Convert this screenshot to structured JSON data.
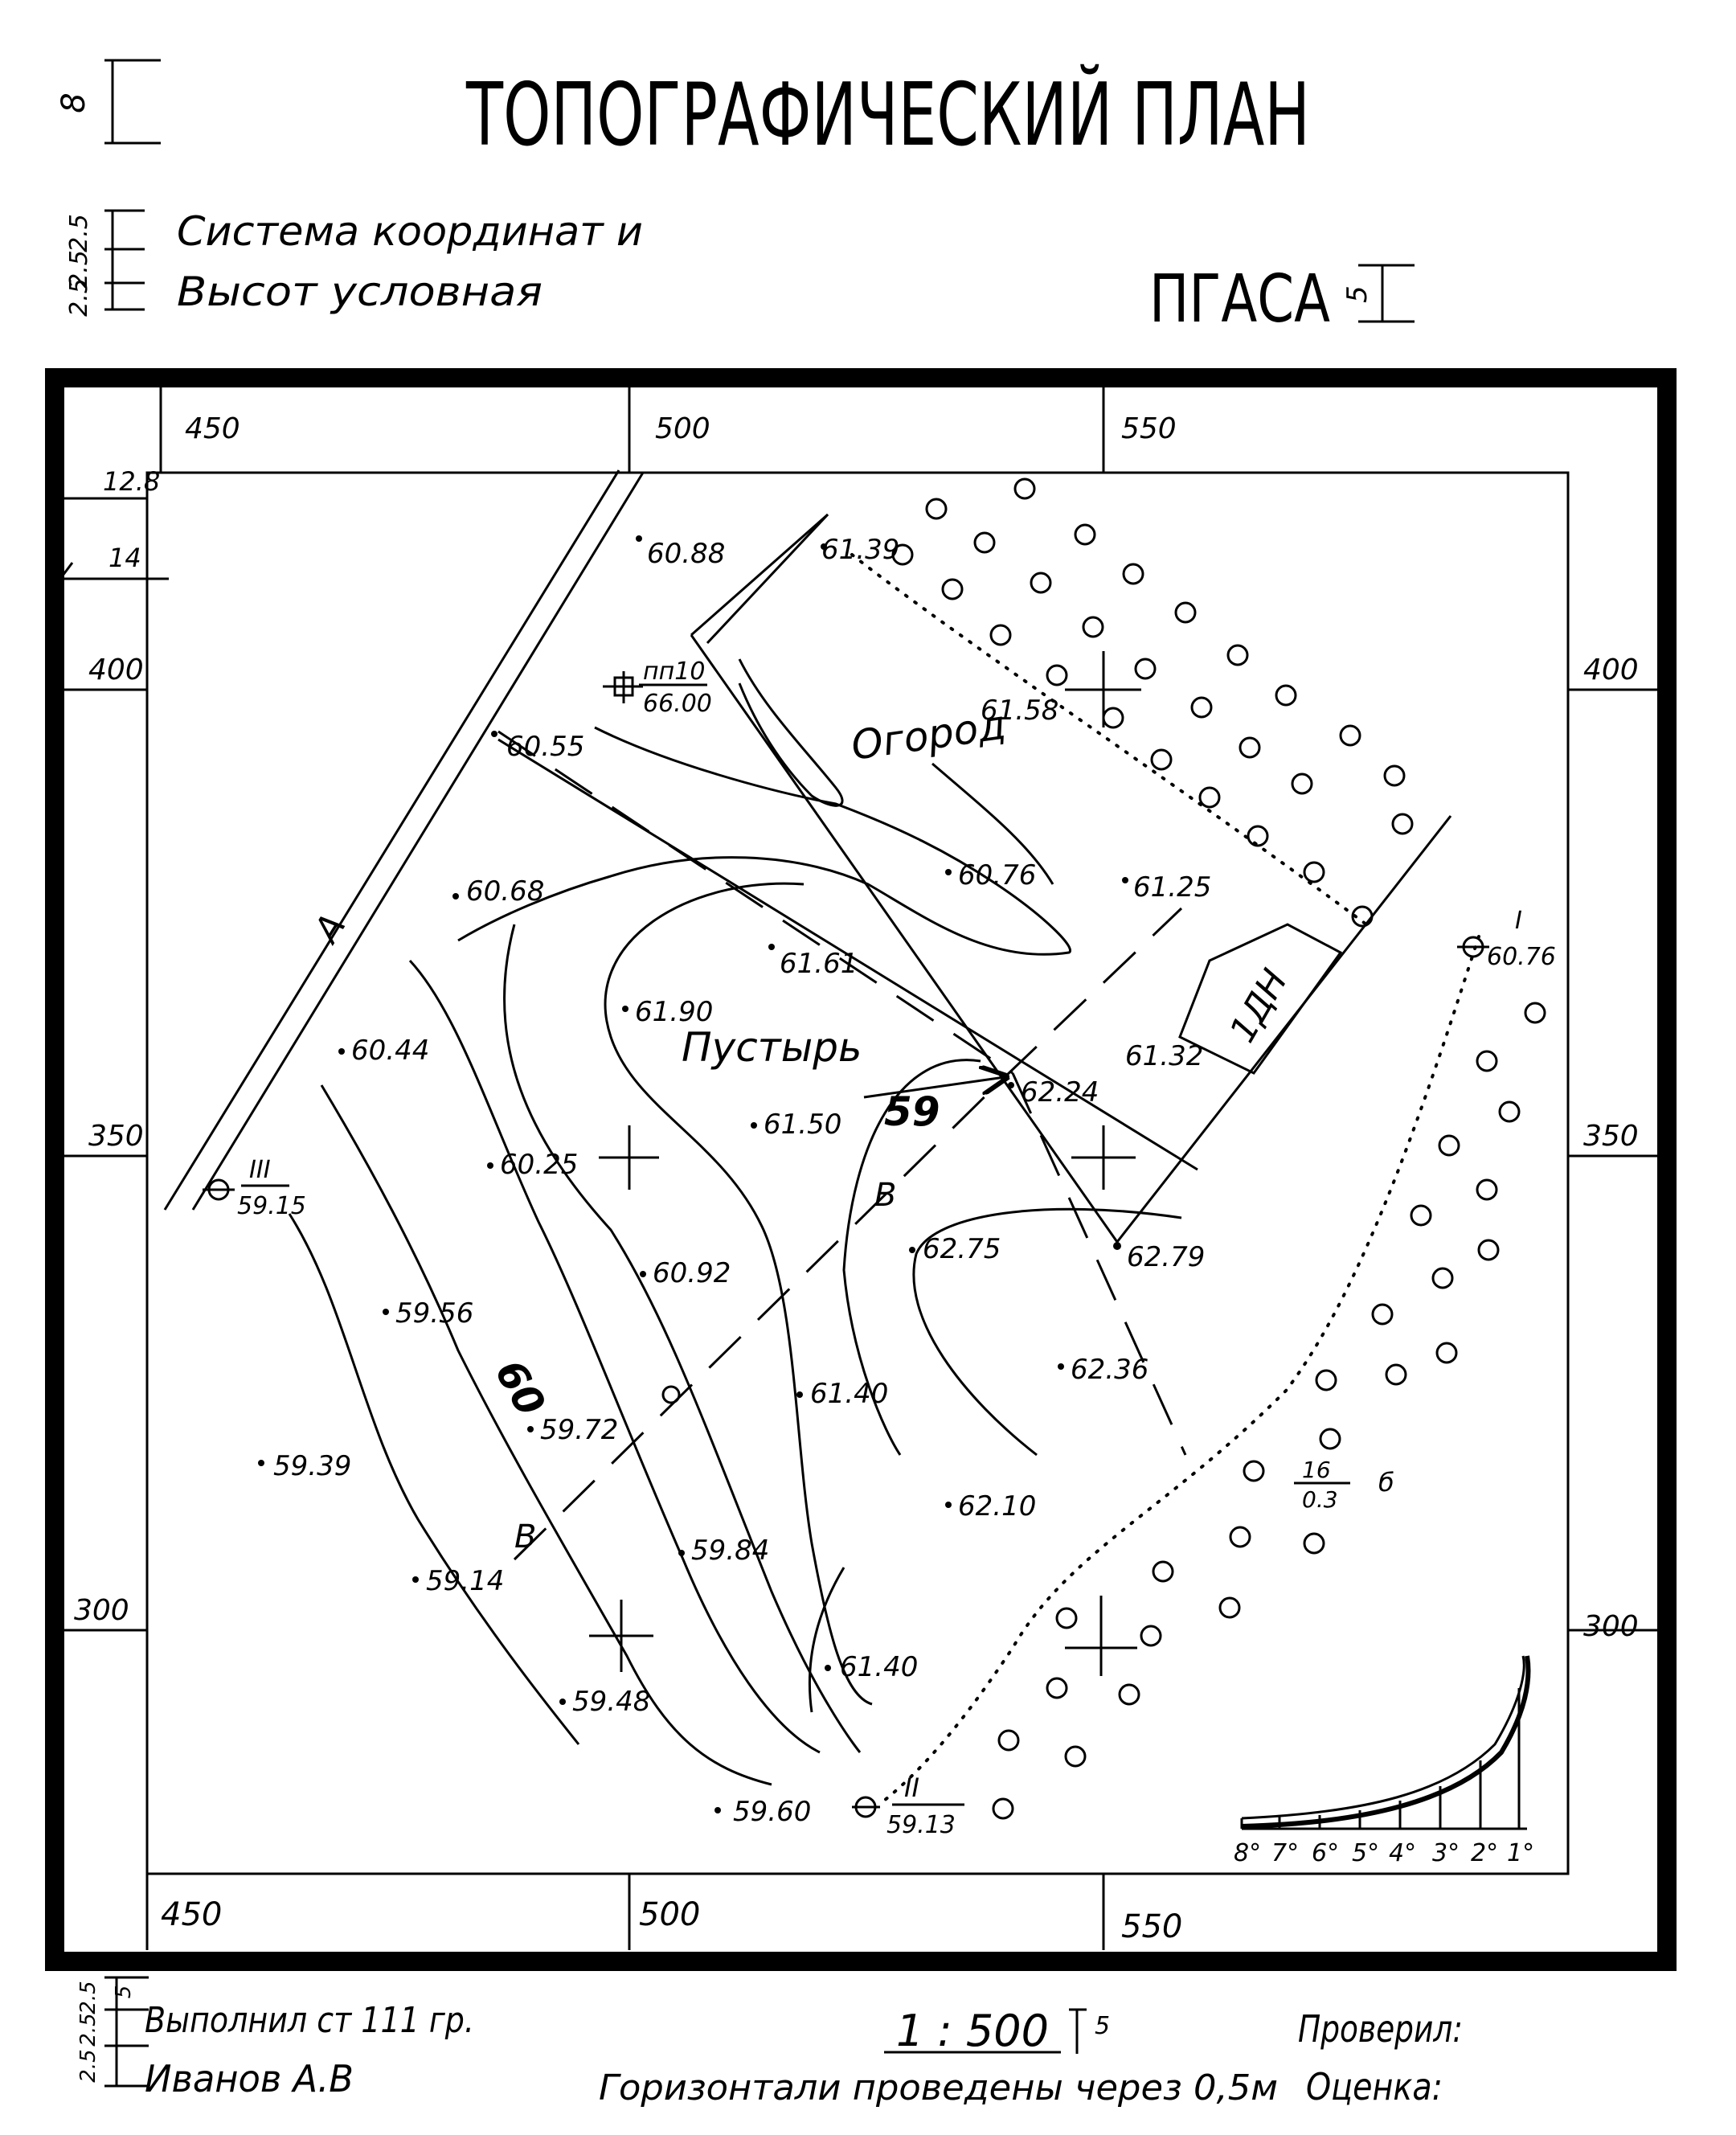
{
  "title": "ТОПОГРАФИЧЕСКИЙ ПЛАН",
  "system_note": [
    "Система координат и",
    "Высот условная"
  ],
  "organization": "ПГАСА",
  "dims": {
    "title_height": "8",
    "note_heights": [
      "2.5",
      "2.5",
      "2.5"
    ],
    "org_height": "5",
    "left_top": "12.8",
    "left_second": "14",
    "bottom_line": "5",
    "bottom_left": [
      "2.5",
      "2.5",
      "2.5"
    ],
    "scale_mark": "5"
  },
  "grid": {
    "top": [
      "450",
      "500",
      "550"
    ],
    "bottom": [
      "450",
      "500",
      "550"
    ],
    "left": [
      "400",
      "350",
      "300"
    ],
    "right": [
      "400",
      "350",
      "300"
    ]
  },
  "elevations": [
    "60.88",
    "61.39",
    "61.58",
    "60.55",
    "60.68",
    "60.76",
    "61.25",
    "61.61",
    "61.90",
    "60.44",
    "61.32",
    "62.24",
    "61.50",
    "60.25",
    "62.75",
    "62.79",
    "60.92",
    "59.56",
    "62.36",
    "61.40",
    "59.72",
    "59.39",
    "62.10",
    "59.84",
    "59.14",
    "61.40",
    "59.48",
    "59.60"
  ],
  "stations": {
    "pp": {
      "label": "пп10",
      "value": "66.00"
    },
    "I": {
      "label": "I",
      "value": "60.76"
    },
    "II": {
      "label": "II",
      "value": "59.13"
    },
    "III": {
      "label": "III",
      "value": "59.15"
    }
  },
  "places": [
    "Огород",
    "Пустырь"
  ],
  "contour_labels": [
    "59",
    "60"
  ],
  "road_labels": [
    "А",
    "В",
    "В"
  ],
  "building": "1ДН",
  "tree_note": {
    "top": "16",
    "bottom": "0.3",
    "suffix": "б"
  },
  "slope_scale": [
    "8°",
    "7°",
    "6°",
    "5°",
    "4°",
    "3°",
    "2°",
    "1°"
  ],
  "footer": {
    "performed": "Выполнил ст  111 гр.",
    "author": "Иванов  А.В",
    "scale": "1 : 500",
    "contours": "Горизонтали проведены через 0,5м",
    "checked": "Проверил:",
    "grade": "Оценка:"
  }
}
